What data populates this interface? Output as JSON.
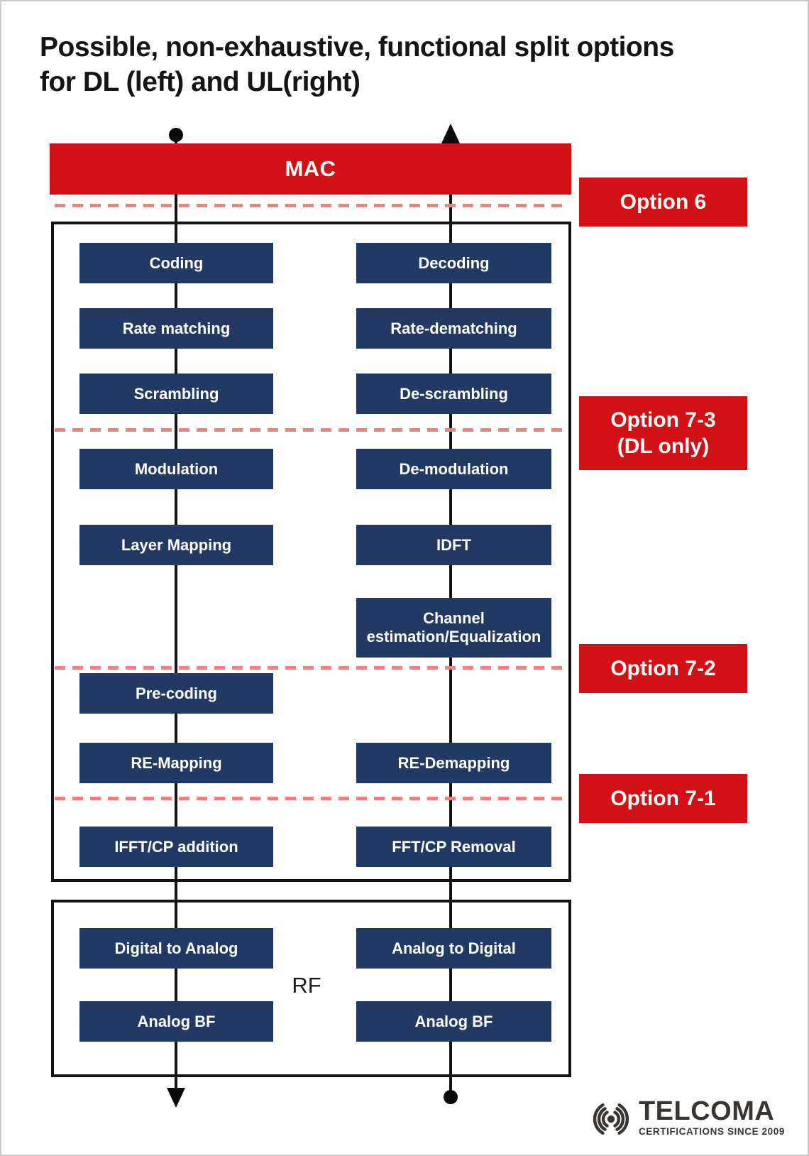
{
  "title": {
    "line1": "Possible, non-exhaustive, functional split options",
    "line2": "for DL (left) and UL(right)"
  },
  "mac": {
    "label": "MAC"
  },
  "rf": {
    "label": "RF"
  },
  "options": {
    "option6": {
      "label": "Option 6"
    },
    "option73": {
      "label": "Option 7-3",
      "sublabel": "(DL only)"
    },
    "option72": {
      "label": "Option 7-2"
    },
    "option71": {
      "label": "Option 7-1"
    }
  },
  "dl_column": {
    "coding": "Coding",
    "rate_matching": "Rate matching",
    "scrambling": "Scrambling",
    "modulation": "Modulation",
    "layer_mapping": "Layer Mapping",
    "pre_coding": "Pre-coding",
    "re_mapping": "RE-Mapping",
    "ifft_cp": "IFFT/CP addition",
    "dac": "Digital to Analog",
    "analog_bf": "Analog BF"
  },
  "ul_column": {
    "decoding": "Decoding",
    "rate_dematching": "Rate-dematching",
    "de_scrambling": "De-scrambling",
    "de_modulation": "De-modulation",
    "idft": "IDFT",
    "channel_estimation": "Channel estimation/Equalization",
    "re_demapping": "RE-Demapping",
    "fft_cp": "FFT/CP Removal",
    "adc": "Analog to Digital",
    "analog_bf": "Analog BF"
  },
  "logo": {
    "name": "TELCOMA",
    "tagline": "CERTIFICATIONS SINCE 2009",
    "icon": "signal-waves-icon"
  },
  "colors": {
    "accent_red": "#d11116",
    "box_navy": "#223a63",
    "split_dash_salmon": "#f4807d",
    "line_black": "#131313",
    "logo_gray": "#3a3531"
  }
}
